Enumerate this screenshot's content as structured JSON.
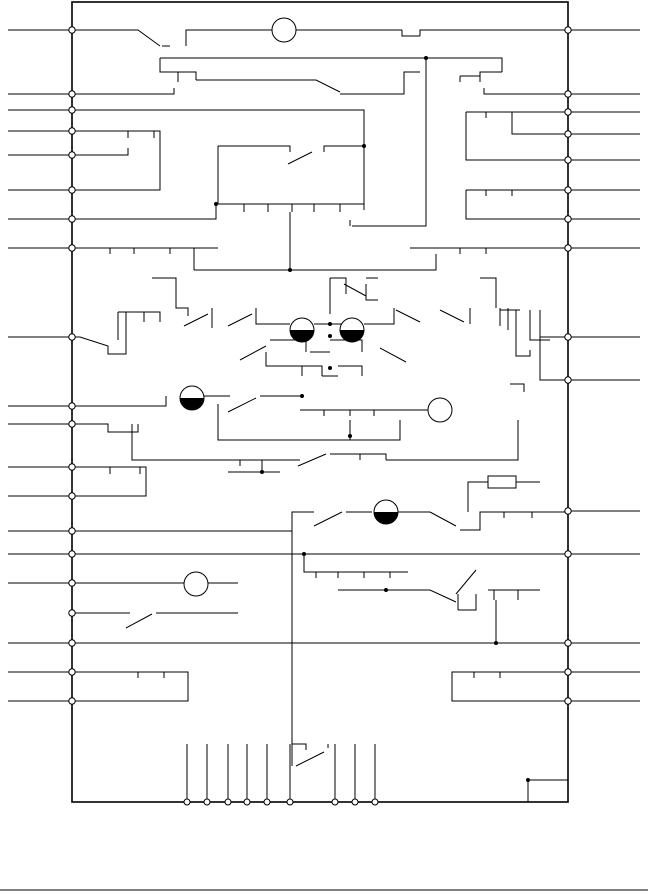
{
  "diagram": {
    "type": "electrical-wiring-schematic",
    "left_terminal_rows": [
      30,
      94,
      110,
      131,
      155,
      190,
      219,
      248,
      337,
      406,
      424,
      467,
      496,
      531,
      554,
      583,
      613,
      643,
      672,
      701
    ],
    "right_terminal_rows": [
      30,
      94,
      112,
      134,
      160,
      190,
      219,
      248,
      337,
      380,
      511,
      554,
      643,
      672,
      701
    ],
    "bottom_terminal_columns": [
      187,
      207,
      228,
      247,
      267,
      290,
      335,
      355,
      375
    ]
  }
}
